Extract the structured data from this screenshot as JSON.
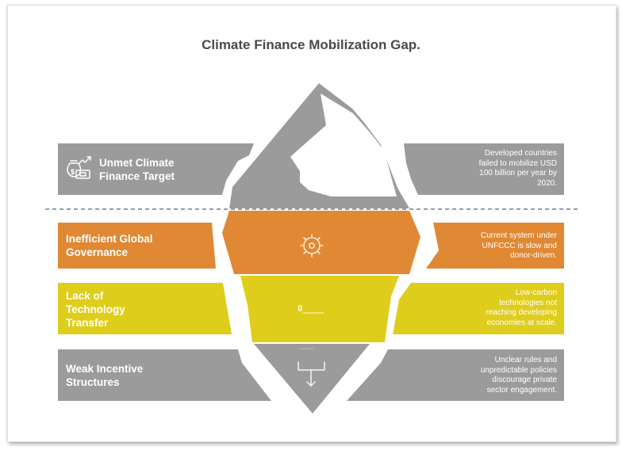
{
  "title": "Climate Finance Mobilization Gap.",
  "colors": {
    "grey": "#9b9b9b",
    "orange": "#e08834",
    "yellow": "#dfcd1b",
    "title_text": "#4a4a4a"
  },
  "layers": [
    {
      "label": "Unmet Climate Finance Target",
      "label_lines": [
        "Unmet Climate",
        "Finance Target"
      ],
      "description_lines": [
        "Developed countries",
        "failed to mobilize USD",
        "100 billion per year by",
        "2020."
      ],
      "color": "#9b9b9b",
      "icon": "money-bag-growth-icon",
      "position": "above-water"
    },
    {
      "label": "Inefficient Global Governance",
      "label_lines": [
        "Inefficient Global",
        "Governance"
      ],
      "description_lines": [
        "Current system under",
        "UNFCCC is slow and",
        "donor-driven."
      ],
      "color": "#e08834",
      "icon": "ship-wheel-icon",
      "position": "below-water"
    },
    {
      "label": "Lack of Technology Transfer",
      "label_lines": [
        "Lack of",
        "Technology",
        "Transfer"
      ],
      "description_lines": [
        "Low-carbon",
        "technologies not",
        "reaching developing",
        "economies at scale."
      ],
      "color": "#dfcd1b",
      "icon": "transfer-progress-icon",
      "icon_text": "0____",
      "position": "below-water"
    },
    {
      "label": "Weak Incentive Structures",
      "label_lines": [
        "Weak Incentive",
        "Structures"
      ],
      "description_lines": [
        "Unclear rules and",
        "unpredictable policies",
        "discourage private",
        "sector engagement."
      ],
      "color": "#9b9b9b",
      "icon": "branch-down-arrow-icon",
      "position": "below-water"
    }
  ]
}
